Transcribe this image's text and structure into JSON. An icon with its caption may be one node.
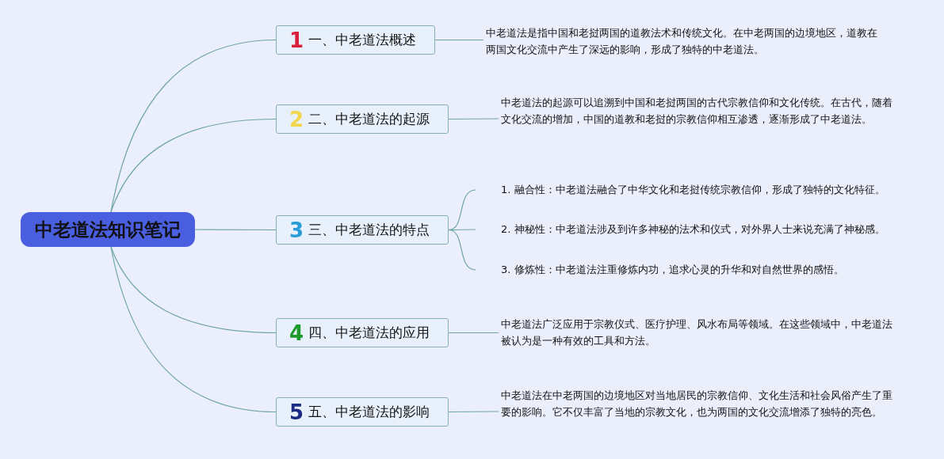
{
  "diagram": {
    "nodes": [
      {
        "text": [
          "中老道法知识笔记"
        ]
      },
      {
        "text": [
          "1",
          "一、中老道法概述"
        ]
      },
      {
        "text": [
          "中老道法是指中国和老挝两国的道教法术和传统文化。在中老两国的边境地区，道教在两国文化交流中产生了深远的影响，形成了独特的中老道法。"
        ]
      },
      {
        "text": [
          "2",
          "二、中老道法的起源"
        ]
      },
      {
        "text": [
          "中老道法的起源可以追溯到中国和老挝两国的古代宗教信仰和文化传统。在古代，随着文化交流的增加，中国的道教和老挝的宗教信仰相互渗透，逐渐形成了中老道法。"
        ]
      },
      {
        "text": [
          "3",
          "三、中老道法的特点"
        ]
      },
      {
        "text": [
          "1. 融合性：中老道法融合了中华文化和老挝传统宗教信仰，形成了独特的文化特征。"
        ]
      },
      {
        "text": [
          "2. 神秘性：中老道法涉及到许多神秘的法术和仪式，对外界人士来说充满了神秘感。"
        ]
      },
      {
        "text": [
          "3. 修炼性：中老道法注重修炼内功，追求心灵的升华和对自然世界的感悟。"
        ]
      },
      {
        "text": [
          "4",
          "四、中老道法的应用"
        ]
      },
      {
        "text": [
          "中老道法广泛应用于宗教仪式、医疗护理、风水布局等领域。在这些领域中，中老道法被认为是一种有效的工具和方法。"
        ]
      },
      {
        "text": [
          "5",
          "五、中老道法的影响"
        ]
      },
      {
        "text": [
          "中老道法在中老两国的边境地区对当地居民的宗教信仰、文化生活和社会风俗产生了重要的影响。它不仅丰富了当地的宗教文化，也为两国的文化交流增添了独特的亮色。"
        ]
      }
    ],
    "edges": [
      {
        "from": 0,
        "to": 1,
        "arrow": "none"
      },
      {
        "from": 0,
        "to": 3,
        "arrow": "none"
      },
      {
        "from": 0,
        "to": 5,
        "arrow": "none"
      },
      {
        "from": 0,
        "to": 9,
        "arrow": "none"
      },
      {
        "from": 0,
        "to": 11,
        "arrow": "none"
      },
      {
        "from": 1,
        "to": 2,
        "arrow": "none"
      },
      {
        "from": 3,
        "to": 4,
        "arrow": "none"
      },
      {
        "from": 5,
        "to": 6,
        "arrow": "none"
      },
      {
        "from": 5,
        "to": 7,
        "arrow": "none"
      },
      {
        "from": 5,
        "to": 8,
        "arrow": "none"
      },
      {
        "from": 9,
        "to": 10,
        "arrow": "none"
      },
      {
        "from": 11,
        "to": 12,
        "arrow": "none"
      }
    ]
  }
}
